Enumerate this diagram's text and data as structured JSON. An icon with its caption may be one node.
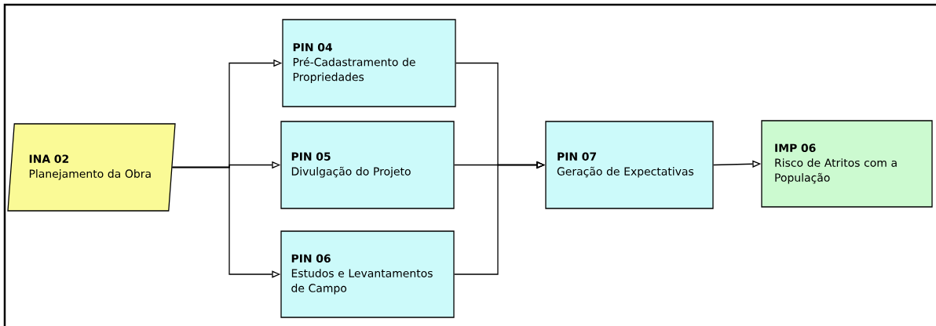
{
  "diagram": {
    "nodes": [
      {
        "text": [
          "INA 02",
          "Planejamento da Obra"
        ]
      },
      {
        "text": [
          "PIN 04",
          "Pré-Cadastramento de Propriedades"
        ]
      },
      {
        "text": [
          "PIN 05",
          "Divulgação do Projeto"
        ]
      },
      {
        "text": [
          "PIN 06",
          "Estudos e Levantamentos de Campo"
        ]
      },
      {
        "text": [
          "PIN 07",
          "Geração de Expectativas"
        ]
      },
      {
        "text": [
          "IMP 06",
          "Risco de Atritos com a População"
        ]
      }
    ],
    "edges": [
      {
        "from": 0,
        "to": 1,
        "arrow": "to"
      },
      {
        "from": 0,
        "to": 2,
        "arrow": "to"
      },
      {
        "from": 0,
        "to": 3,
        "arrow": "to"
      },
      {
        "from": 1,
        "to": 4,
        "arrow": "to"
      },
      {
        "from": 2,
        "to": 4,
        "arrow": "to"
      },
      {
        "from": 3,
        "to": 4,
        "arrow": "to"
      },
      {
        "from": 4,
        "to": 5,
        "arrow": "to"
      }
    ]
  }
}
